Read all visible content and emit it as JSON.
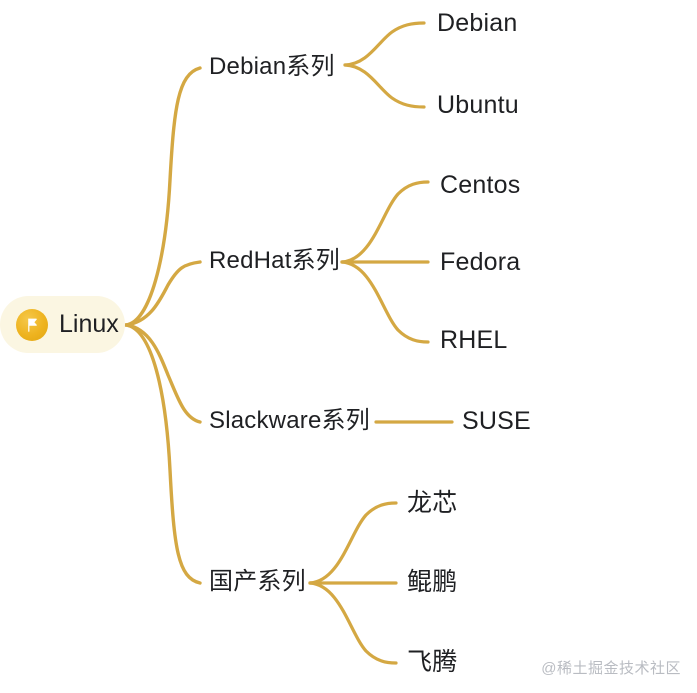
{
  "diagram": {
    "type": "mindmap",
    "title": "Linux",
    "accent_color": "#d4a843",
    "root_pill_color": "#fbf6e2",
    "root_icon_color": "#eeb31f",
    "text_color": "#1f2023",
    "background_color": "#ffffff",
    "root": {
      "label": "Linux",
      "icon": "flag-icon"
    },
    "branches": [
      {
        "label": "Debian系列",
        "children": [
          {
            "label": "Debian"
          },
          {
            "label": "Ubuntu"
          }
        ]
      },
      {
        "label": "RedHat系列",
        "children": [
          {
            "label": "Centos"
          },
          {
            "label": "Fedora"
          },
          {
            "label": "RHEL"
          }
        ]
      },
      {
        "label": "Slackware系列",
        "children": [
          {
            "label": "SUSE"
          }
        ]
      },
      {
        "label": "国产系列",
        "children": [
          {
            "label": "龙芯"
          },
          {
            "label": "鲲鹏"
          },
          {
            "label": "飞腾"
          }
        ]
      }
    ]
  },
  "watermark": {
    "text": "@稀土掘金技术社区"
  }
}
